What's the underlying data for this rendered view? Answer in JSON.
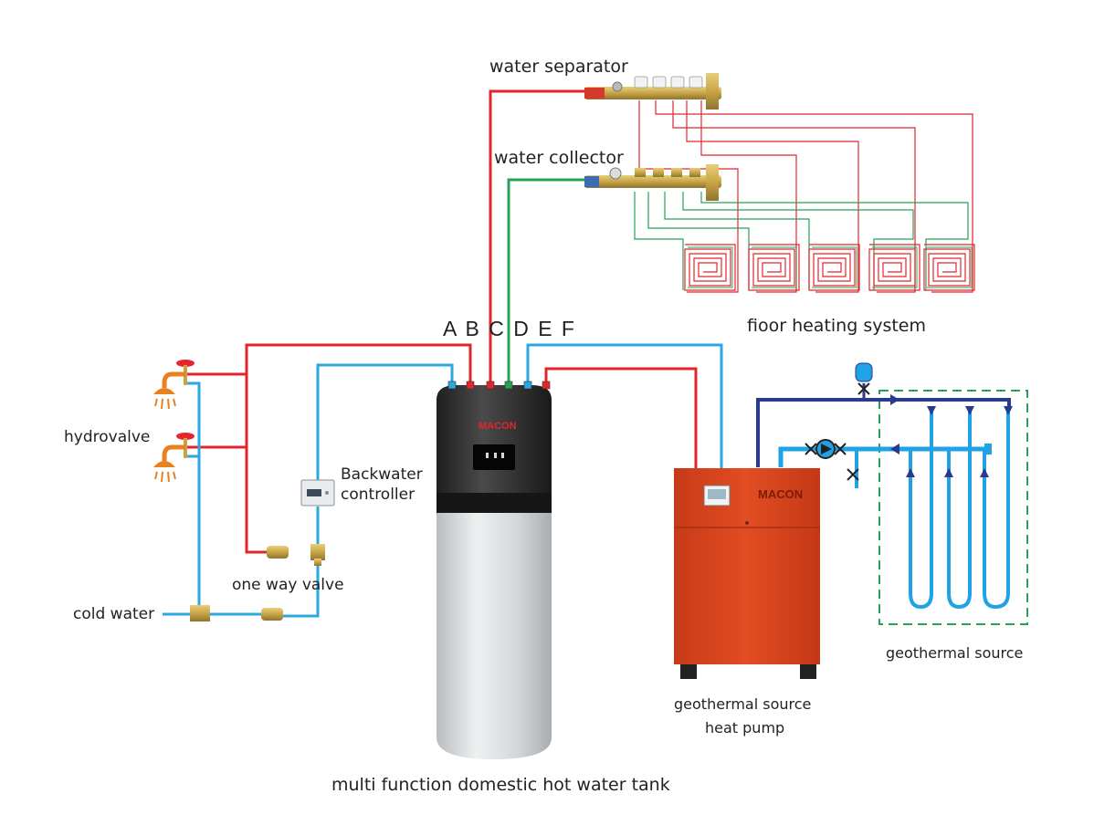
{
  "labels": {
    "water_separator": "water separator",
    "water_collector": "water collector",
    "port_letters": "A B C D E F",
    "floor_heating": "fioor heating system",
    "hydrovalve": "hydrovalve",
    "backwater_controller_line1": "Backwater",
    "backwater_controller_line2": "controller",
    "one_way_valve": "one way valve",
    "cold_water": "cold water",
    "tank": "multi function domestic hot water tank",
    "heat_pump_line1": "geothermal source",
    "heat_pump_line2": "heat pump",
    "geothermal_source": "geothermal source"
  },
  "brand": {
    "tank_logo": "MACON",
    "heat_pump_logo": "MACON"
  },
  "colors": {
    "hot_pipe": "#e3262e",
    "cold_pipe": "#29a9e0",
    "return_pipe": "#27a05a",
    "ground_loop_supply": "#2a3a8c",
    "ground_loop": "#1fa2e6",
    "heat_pump_body": "#d9431f",
    "tank_top": "#2b2b2b",
    "tank_body": "#cfd3d6",
    "brass": "#c9a447",
    "shower_head": "#e8821e"
  }
}
